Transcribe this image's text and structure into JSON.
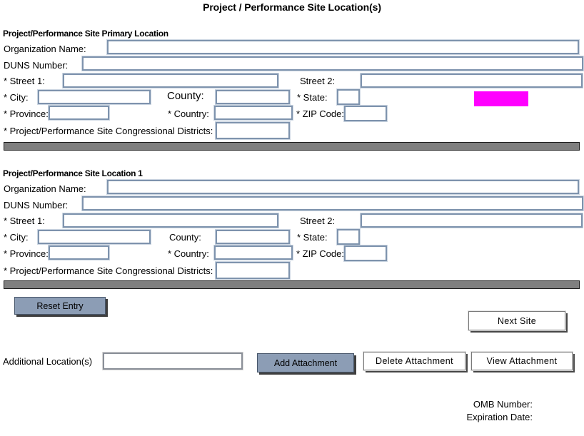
{
  "page_title": "Project / Performance Site Location(s)",
  "sections": [
    {
      "header": "Project/Performance Site Primary Location"
    },
    {
      "header": "Project/Performance Site Location 1"
    }
  ],
  "field_labels": {
    "org_name": "Organization Name:",
    "duns": "DUNS Number:",
    "street1": "* Street 1:",
    "street2": "Street 2:",
    "city": "* City:",
    "county": "County:",
    "state": "* State:",
    "province": "* Province:",
    "country": "* Country:",
    "zip": "* ZIP Code:",
    "congressional": "* Project/Performance Site Congressional Districts:"
  },
  "inputs": {
    "all_values_empty": "",
    "section1": {
      "org_name": "",
      "duns": "",
      "street1": "",
      "street2": "",
      "city": "",
      "county": "",
      "state": "",
      "province": "",
      "country": "",
      "zip": "",
      "congressional": ""
    },
    "section2": {
      "org_name": "",
      "duns": "",
      "street1": "",
      "street2": "",
      "city": "",
      "county": "",
      "state": "",
      "province": "",
      "country": "",
      "zip": "",
      "congressional": ""
    },
    "additional_locations": ""
  },
  "buttons": {
    "reset_entry": "Reset Entry",
    "next_site": "Next Site",
    "add_attachment": "Add Attachment",
    "delete_attachment": "Delete Attachment",
    "view_attachment": "View Attachment"
  },
  "additional_locations_label": "Additional Location(s)",
  "footer": {
    "omb_number": "OMB Number:",
    "expiration_date": "Expiration Date:"
  },
  "colors": {
    "highlight_box": "#FF00FF",
    "divider_bar": "#7F7F7F",
    "button_fill": "#8C9DB5",
    "input_border": "#7E93AD"
  }
}
